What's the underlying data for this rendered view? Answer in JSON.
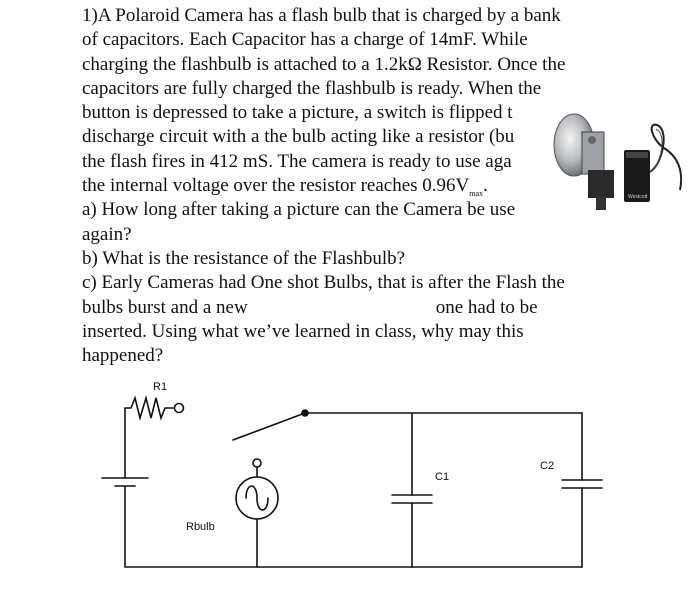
{
  "problem": {
    "lines": [
      "1)A Polaroid Camera has a flash bulb that is charged by a bank",
      "of capacitors. Each Capacitor has a charge of 14mF. While",
      "charging the flashbulb is attached to a 1.2kΩ Resistor. Once the",
      "capacitors are fully charged the flashbulb is ready. When the",
      "button is depressed to take a picture, a switch is flipped t",
      "discharge circuit with a the bulb acting like a resistor (bu",
      "the flash fires in 412 mS. The camera is ready to use aga",
      "the internal voltage over the resistor reaches 0.96V"
    ],
    "vmax_subscript": "max",
    "vmax_suffix": ".",
    "question_a": [
      "a) How long after taking a picture can the Camera be use",
      "again?"
    ],
    "question_b": "b) What is the resistance of the Flashbulb?",
    "question_c_first": "c) Early Cameras had One shot Bulbs, that is after the Flash the",
    "question_c_left": "bulbs burst and a new",
    "question_c_right": "one had to be",
    "question_c_rest": [
      "inserted. Using what we’ve learned in class, why may this",
      "happened?"
    ]
  },
  "circuit": {
    "labels": {
      "r1": "R1",
      "rbulb": "Rbulb",
      "c1": "C1",
      "c2": "C2"
    }
  },
  "camera_image": {
    "badge_text": "Westcott"
  }
}
